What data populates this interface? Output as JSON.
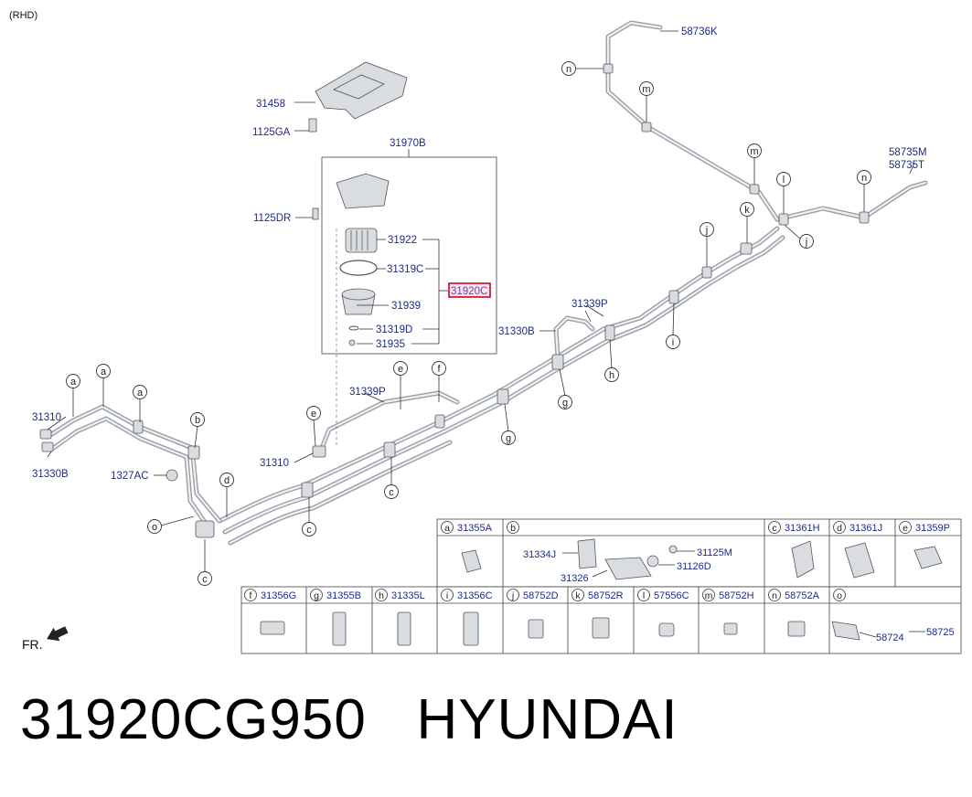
{
  "header": {
    "variant": "(RHD)"
  },
  "labels": {
    "l31458": "31458",
    "l1125GA": "1125GA",
    "l31970B": "31970B",
    "l1125DR": "1125DR",
    "l31922": "31922",
    "l31319C": "31319C",
    "l31920C": "31920C",
    "l31939": "31939",
    "l31319D": "31319D",
    "l31935": "31935",
    "l58736K": "58736K",
    "l58735M": "58735M",
    "l58735T": "58735T",
    "l31339P_a": "31339P",
    "l31330B_a": "31330B",
    "l31339P_b": "31339P",
    "l31310_a": "31310",
    "l31330B_b": "31330B",
    "l1327AC": "1327AC",
    "l31310_b": "31310"
  },
  "callouts": {
    "a": "a",
    "b": "b",
    "c": "c",
    "d": "d",
    "e": "e",
    "f": "f",
    "g": "g",
    "h": "h",
    "i": "i",
    "j": "j",
    "k": "k",
    "l": "l",
    "m": "m",
    "n": "n",
    "o": "o"
  },
  "legend_table": {
    "row1": [
      {
        "key": "a",
        "part": "31355A"
      },
      {
        "key": "b",
        "part": ""
      },
      {
        "key": "c",
        "part": "31361H"
      },
      {
        "key": "d",
        "part": "31361J"
      },
      {
        "key": "e",
        "part": "31359P"
      }
    ],
    "b_parts": {
      "p1": "31334J",
      "p2": "31125M",
      "p3": "31126D",
      "p4": "31326"
    },
    "row2": [
      {
        "key": "f",
        "part": "31356G"
      },
      {
        "key": "g",
        "part": "31355B"
      },
      {
        "key": "h",
        "part": "31335L"
      },
      {
        "key": "i",
        "part": "31356C"
      },
      {
        "key": "j",
        "part": "58752D"
      },
      {
        "key": "k",
        "part": "58752R"
      },
      {
        "key": "l",
        "part": "57556C"
      },
      {
        "key": "m",
        "part": "58752H"
      },
      {
        "key": "n",
        "part": "58752A"
      },
      {
        "key": "o",
        "part": ""
      }
    ],
    "o_parts": {
      "p1": "58724",
      "p2": "58725"
    }
  },
  "orientation": {
    "label": "FR."
  },
  "caption": {
    "part_number": "31920CG950",
    "brand": "HYUNDAI"
  },
  "colors": {
    "label_blue": "#1e2a8a",
    "highlight_red": "#d0021b",
    "pipe_gray": "#9aa0a8"
  }
}
